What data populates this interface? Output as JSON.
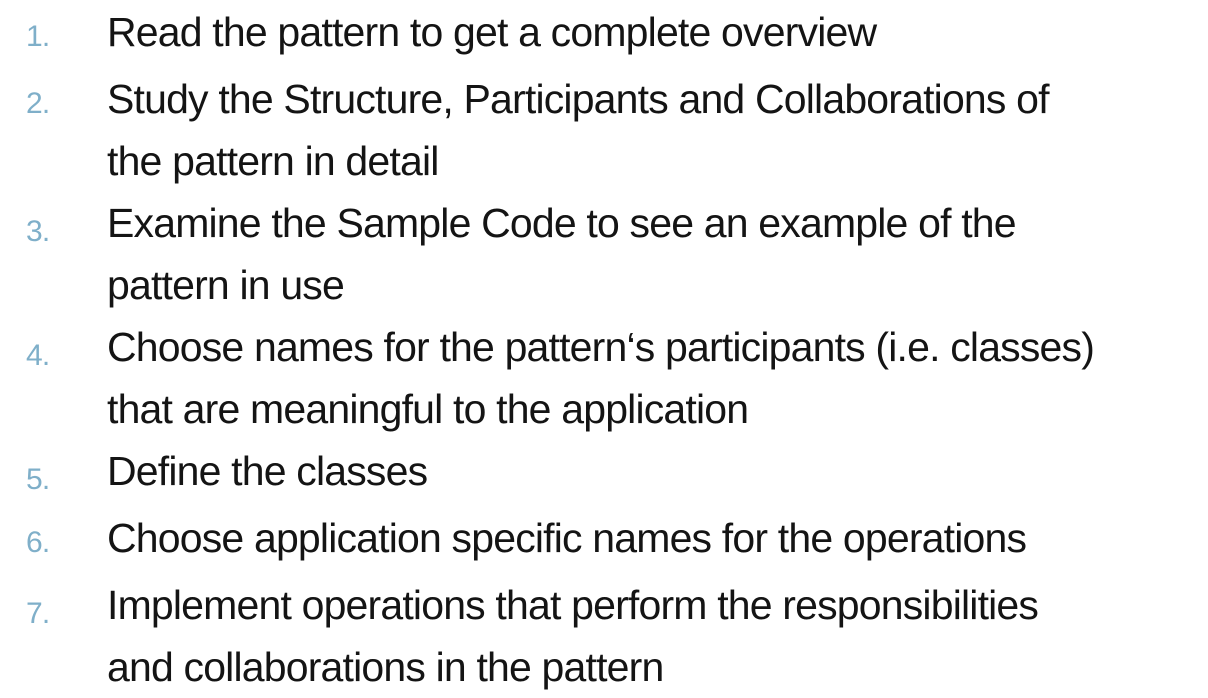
{
  "page": {
    "background_color": "#ffffff"
  },
  "colors": {
    "text": "#141414",
    "number": "#7fafc9"
  },
  "list": {
    "type": "numbered-list",
    "items": [
      {
        "number": "1.",
        "text": "Read the pattern to get a complete overview"
      },
      {
        "number": "2.",
        "text": "Study the Structure, Participants and Collaborations of\nthe pattern in detail"
      },
      {
        "number": "3.",
        "text": "Examine the Sample Code to see an example of the\npattern in use"
      },
      {
        "number": "4.",
        "text": "Choose names for the pattern‘s participants (i.e. classes)\nthat are meaningful to the application"
      },
      {
        "number": "5.",
        "text": "Define the classes"
      },
      {
        "number": "6.",
        "text": "Choose application specific names for the operations"
      },
      {
        "number": "7.",
        "text": "Implement operations that perform the responsibilities\nand collaborations in the pattern"
      }
    ]
  }
}
